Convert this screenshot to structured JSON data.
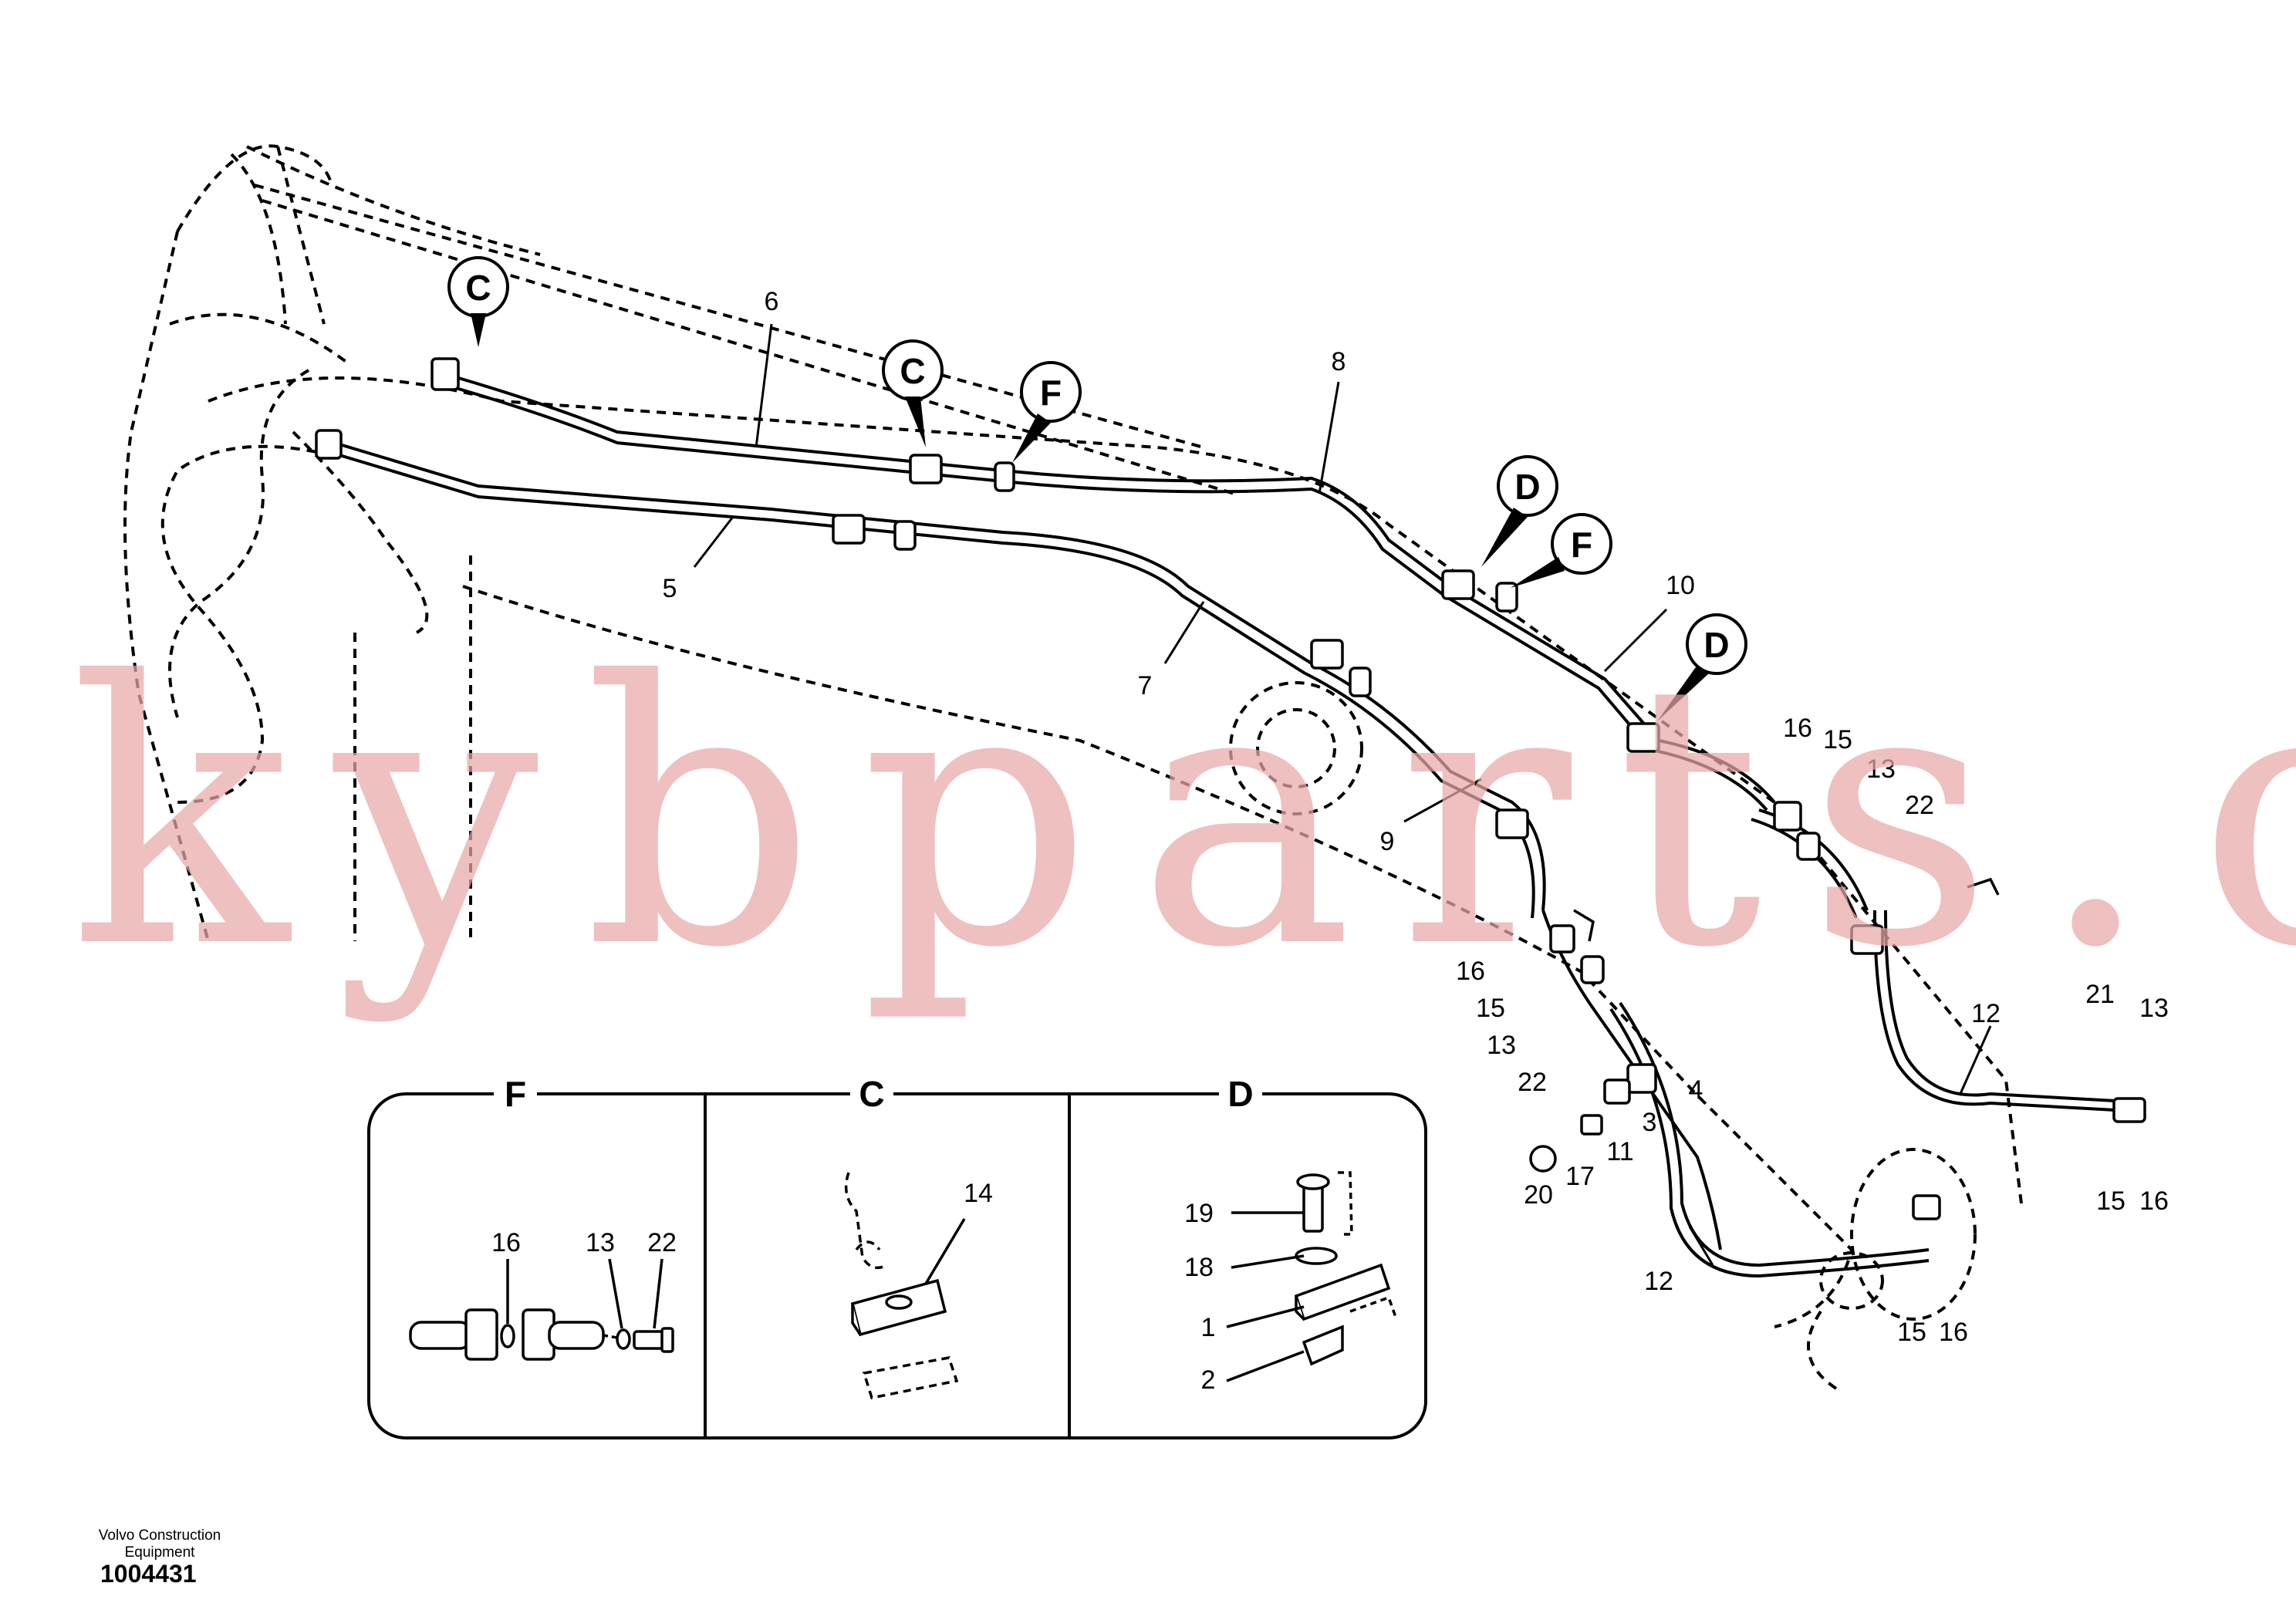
{
  "diagram": {
    "callouts": {
      "boom": [
        "6",
        "8",
        "5",
        "7",
        "10",
        "9"
      ],
      "right": [
        "16",
        "15",
        "13",
        "22"
      ],
      "lower_left": [
        "16",
        "15",
        "13",
        "22"
      ],
      "fittings": [
        "4",
        "3",
        "11",
        "17",
        "20"
      ],
      "hose": [
        "12",
        "12"
      ],
      "end_right": [
        "21",
        "13",
        "15",
        "16"
      ],
      "end_bottom": [
        "15",
        "16"
      ]
    },
    "view_markers": [
      "C",
      "C",
      "F",
      "D",
      "F",
      "D"
    ],
    "details": [
      {
        "letter": "F",
        "callouts": [
          "16",
          "13",
          "22"
        ]
      },
      {
        "letter": "C",
        "callouts": [
          "14"
        ]
      },
      {
        "letter": "D",
        "callouts": [
          "19",
          "18",
          "1",
          "2"
        ]
      }
    ]
  },
  "footer": {
    "company": "Volvo Construction Equipment",
    "drawing_number": "1004431"
  },
  "watermark": "kybparts.com"
}
